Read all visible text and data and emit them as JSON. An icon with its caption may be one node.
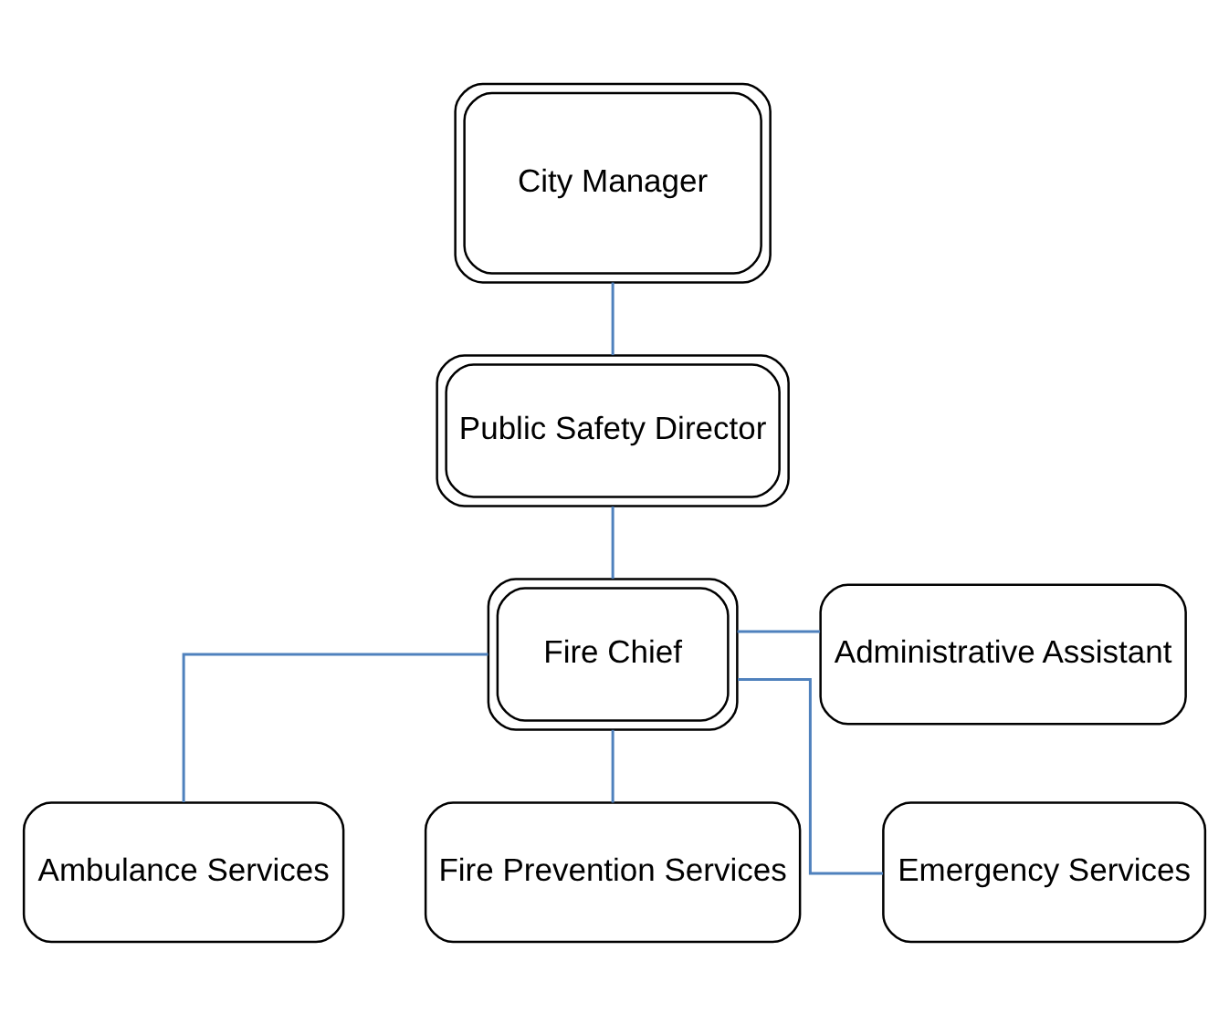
{
  "diagram": {
    "nodes": [
      {
        "text": [
          "City Manager"
        ]
      },
      {
        "text": [
          "Public Safety Director"
        ]
      },
      {
        "text": [
          "Fire Chief"
        ]
      },
      {
        "text": [
          "Administrative Assistant"
        ]
      },
      {
        "text": [
          "Ambulance Services"
        ]
      },
      {
        "text": [
          "Fire Prevention Services"
        ]
      },
      {
        "text": [
          "Emergency Services"
        ]
      }
    ],
    "edges": [
      {
        "from": 0,
        "to": 1,
        "arrow": "none"
      },
      {
        "from": 1,
        "to": 2,
        "arrow": "none"
      },
      {
        "from": 2,
        "to": 3,
        "arrow": "none"
      },
      {
        "from": 2,
        "to": 4,
        "arrow": "none"
      },
      {
        "from": 2,
        "to": 5,
        "arrow": "none"
      },
      {
        "from": 2,
        "to": 6,
        "arrow": "none"
      }
    ]
  }
}
